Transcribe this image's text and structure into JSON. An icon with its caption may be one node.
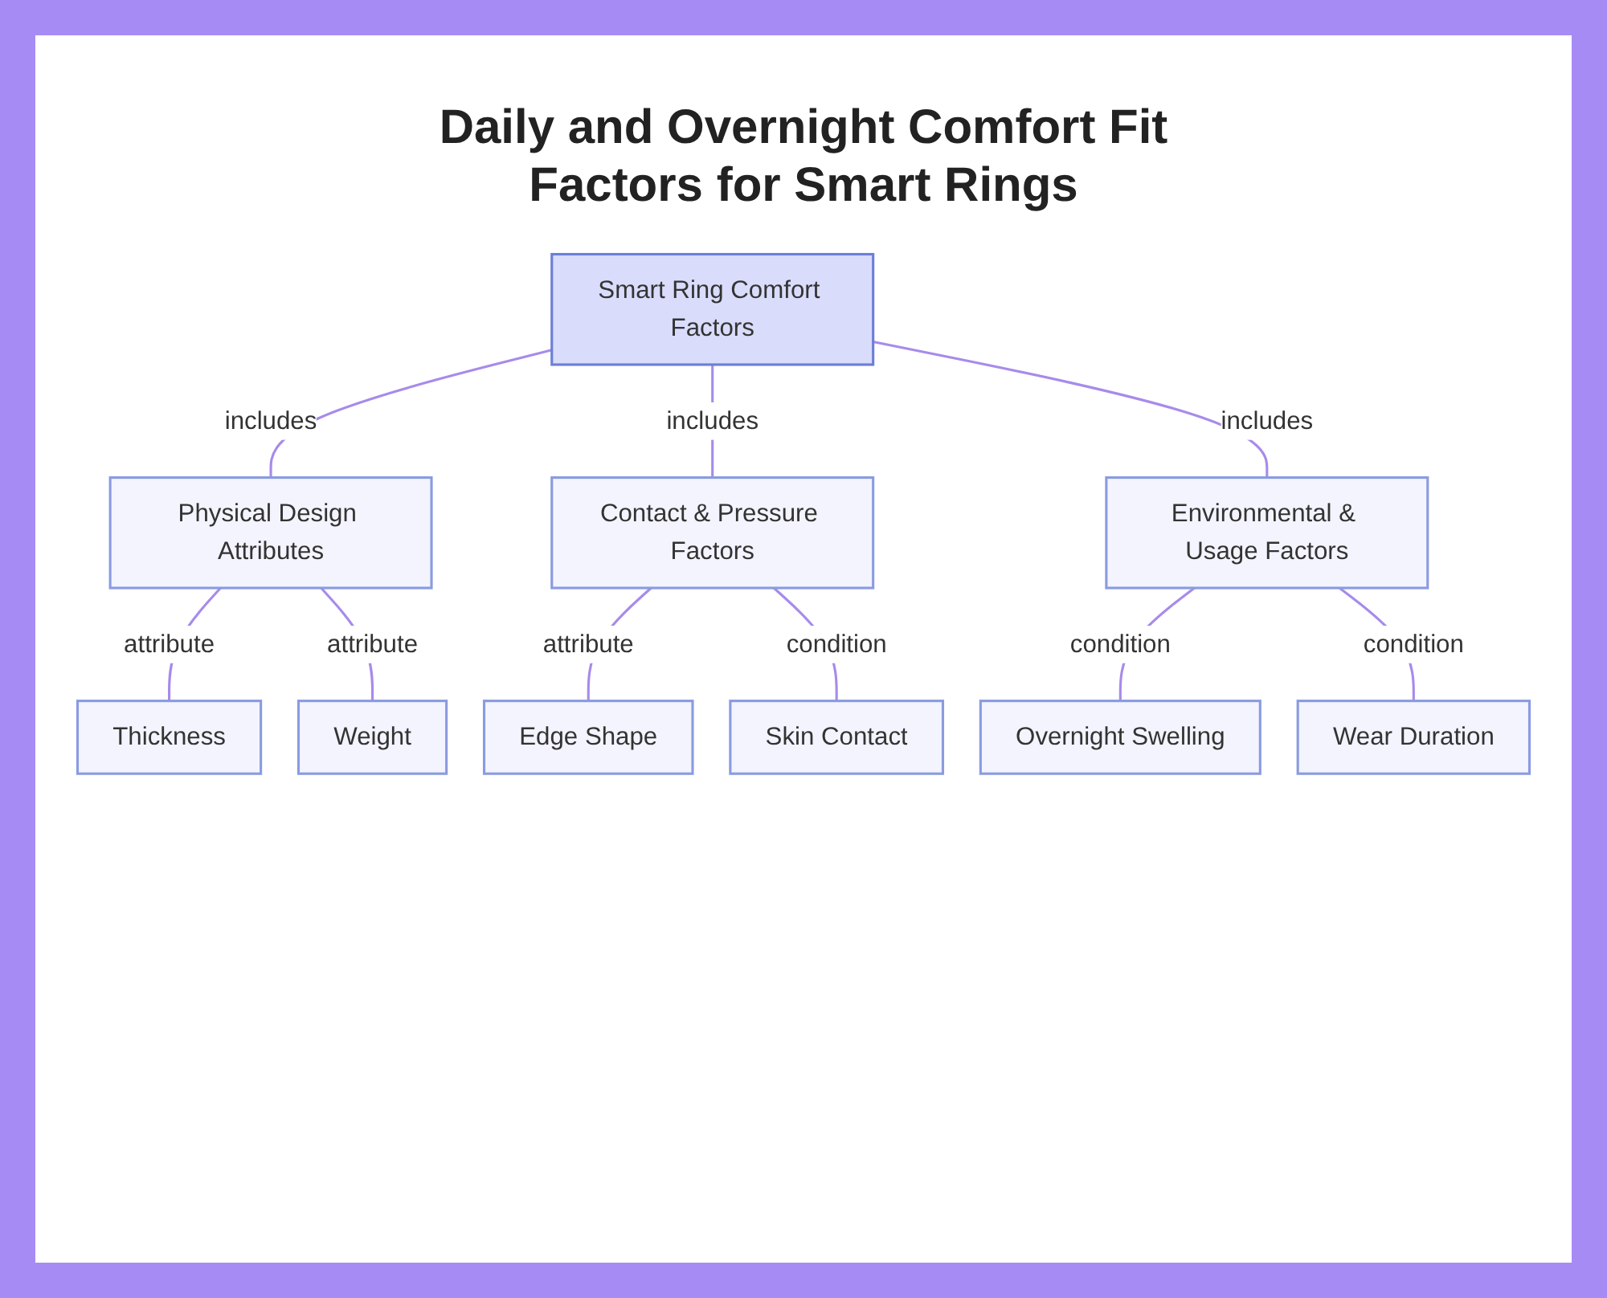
{
  "diagram": {
    "title": "Daily and Overnight Comfort Fit Factors for Smart Rings",
    "nodes": [
      {
        "text": [
          "Smart Ring Comfort Factors"
        ]
      },
      {
        "text": [
          "Physical Design Attributes"
        ]
      },
      {
        "text": [
          "Contact & Pressure Factors"
        ]
      },
      {
        "text": [
          "Environmental & Usage Factors"
        ]
      },
      {
        "text": [
          "Thickness"
        ]
      },
      {
        "text": [
          "Weight"
        ]
      },
      {
        "text": [
          "Edge Shape"
        ]
      },
      {
        "text": [
          "Skin Contact"
        ]
      },
      {
        "text": [
          "Overnight Swelling"
        ]
      },
      {
        "text": [
          "Wear Duration"
        ]
      }
    ],
    "edges": [
      {
        "from": 0,
        "to": 1,
        "arrow": "none",
        "label": "includes"
      },
      {
        "from": 0,
        "to": 2,
        "arrow": "none",
        "label": "includes"
      },
      {
        "from": 0,
        "to": 3,
        "arrow": "none",
        "label": "includes"
      },
      {
        "from": 1,
        "to": 4,
        "arrow": "none",
        "label": "attribute"
      },
      {
        "from": 1,
        "to": 5,
        "arrow": "none",
        "label": "attribute"
      },
      {
        "from": 2,
        "to": 6,
        "arrow": "none",
        "label": "attribute"
      },
      {
        "from": 2,
        "to": 7,
        "arrow": "none",
        "label": "condition"
      },
      {
        "from": 3,
        "to": 8,
        "arrow": "none",
        "label": "condition"
      },
      {
        "from": 3,
        "to": 9,
        "arrow": "none",
        "label": "condition"
      }
    ]
  }
}
